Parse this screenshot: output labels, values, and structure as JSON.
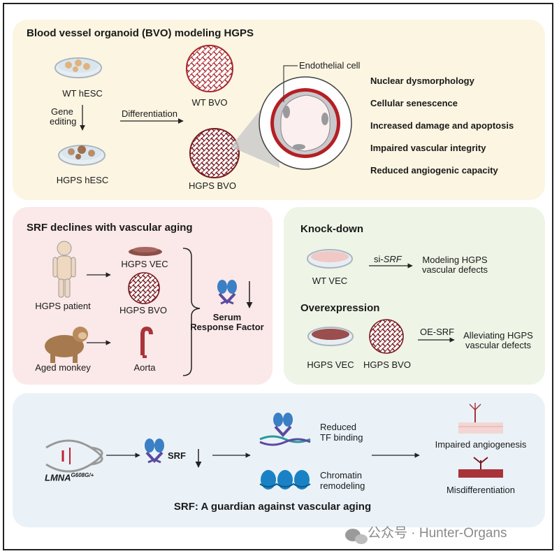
{
  "panel_top": {
    "title": "Blood vessel organoid (BVO) modeling HGPS",
    "wt_hesc": "WT hESC",
    "gene_editing_1": "Gene",
    "gene_editing_2": "editing",
    "hgps_hesc": "HGPS hESC",
    "differentiation": "Differentiation",
    "wt_bvo": "WT BVO",
    "hgps_bvo": "HGPS BVO",
    "endothelial_cell": "Endothelial cell",
    "phenotypes": [
      "Nuclear dysmorphology",
      "Cellular senescence",
      "Increased damage and apoptosis",
      "Impaired vascular integrity",
      "Reduced angiogenic capacity"
    ]
  },
  "panel_srf": {
    "title": "SRF declines with vascular aging",
    "hgps_patient": "HGPS patient",
    "aged_monkey": "Aged monkey",
    "hgps_vec": "HGPS VEC",
    "hgps_bvo": "HGPS BVO",
    "aorta": "Aorta",
    "srf_1": "Serum",
    "srf_2": "Response Factor"
  },
  "panel_exp": {
    "knockdown_title": "Knock-down",
    "si_prefix": "si-",
    "si_gene": "SRF",
    "wt_vec": "WT VEC",
    "modeling_1": "Modeling HGPS",
    "modeling_2": "vascular defects",
    "overexpression_title": "Overexpression",
    "oe_srf": "OE-SRF",
    "hgps_vec": "HGPS VEC",
    "hgps_bvo": "HGPS BVO",
    "alleviating_1": "Alleviating HGPS",
    "alleviating_2": "vascular defects"
  },
  "panel_bottom": {
    "lmna": "LMNA",
    "lmna_sup": "G608G/+",
    "srf": "SRF",
    "reduced_1": "Reduced",
    "reduced_2": "TF binding",
    "chromatin_1": "Chromatin",
    "chromatin_2": "remodeling",
    "impaired_angiogenesis": "Impaired angiogenesis",
    "misdifferentiation": "Misdifferentiation",
    "conclusion": "SRF: A guardian against vascular aging"
  },
  "watermark": "公众号 · Hunter-Organs",
  "colors": {
    "panel_top": "#fbf5e2",
    "panel_srf": "#fbe8e8",
    "panel_exp": "#eef4e6",
    "panel_bottom": "#eaf2f8",
    "organoid": "#a8282c",
    "srf_protein": "#3b7fc4"
  }
}
